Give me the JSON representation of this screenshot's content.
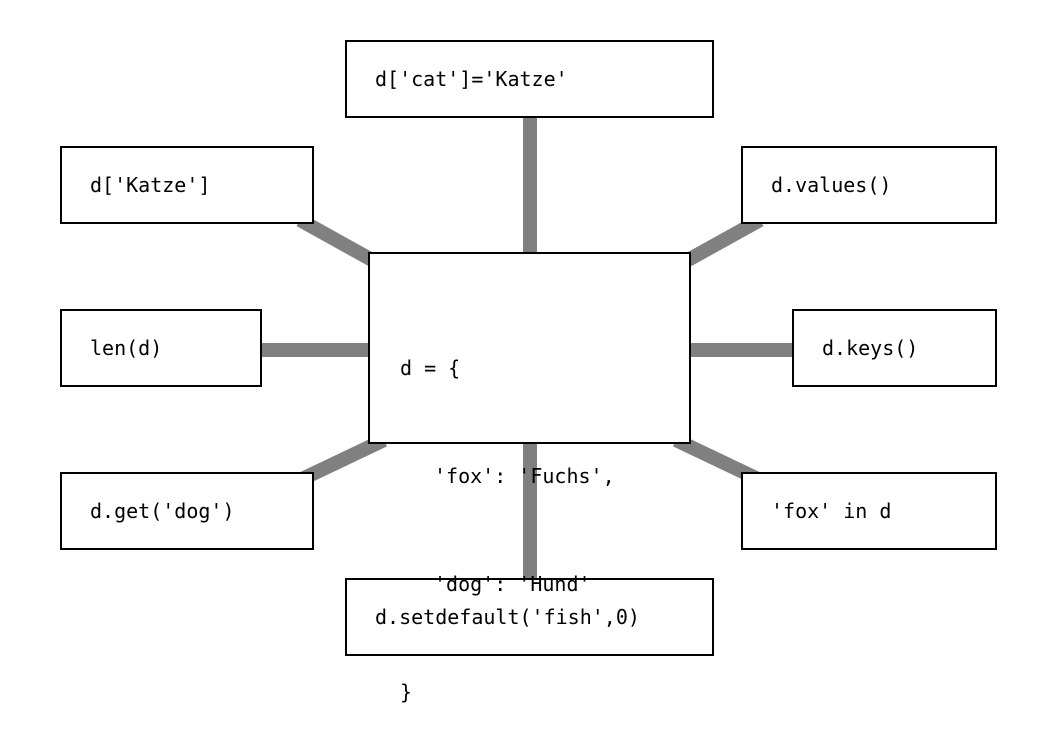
{
  "diagram": {
    "center": {
      "lines": [
        "d = {",
        "'fox': 'Fuchs',",
        "'dog': 'Hund'",
        "}"
      ]
    },
    "operations": {
      "top": "d['cat']='Katze'",
      "nw": "d['Katze']",
      "ne": "d.values()",
      "w": "len(d)",
      "e": "d.keys()",
      "sw": "d.get('dog')",
      "se": "'fox' in d",
      "bottom": "d.setdefault('fish',0)"
    }
  },
  "colors": {
    "connector": "#808080",
    "border": "#000000",
    "background": "#ffffff"
  }
}
